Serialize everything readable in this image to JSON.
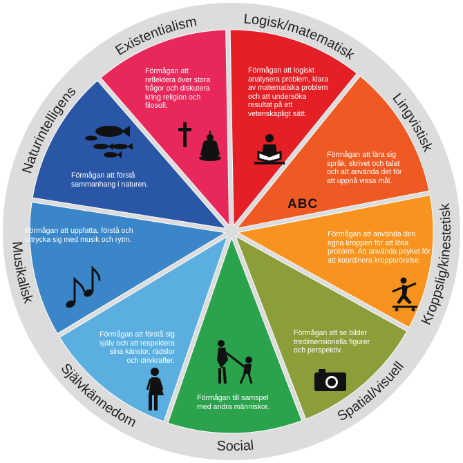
{
  "segments": [
    {
      "id": "logisk",
      "label": "Logisk/matematisk",
      "color": "#e41f26",
      "description": "Förmågan att logiskt\nanalysera problem, klara\nav matematiska problem\noch att undersöka\nresultat på ett\nvetenskapligt sätt.",
      "icon": "reading-person-icon"
    },
    {
      "id": "lingvistisk",
      "label": "Lingvistisk",
      "color": "#ef5a24",
      "description": "Förmågan att lära sig\nspråk, skrivet och talat\noch att använda det för\natt uppnå vissa mål.",
      "icon": "abc-text",
      "icon_text": "ABC"
    },
    {
      "id": "kroppslig",
      "label": "Kroppslig/kinestetisk",
      "color": "#f7931e",
      "description": "Förmågan att använda den\negna kroppen för att lösa\nproblem. Att använda psyket för\natt koordinera kroppsrörelse.",
      "icon": "skateboarder-icon"
    },
    {
      "id": "spatial",
      "label": "Spatial/visuell",
      "color": "#8c9e3a",
      "description": "Förmågan att se bilder\ntredimensionella figurer\noch perspektiv.",
      "icon": "camera-icon"
    },
    {
      "id": "social",
      "label": "Social",
      "color": "#2ba24c",
      "description": "Förmågan till samspel\nmed andra människor.",
      "icon": "people-dancing-icon"
    },
    {
      "id": "sjalvkannedom",
      "label": "Självkännedom",
      "color": "#5aaee0",
      "description": "Förmågan att förstå sig\nsjälv och att respektera\nsina känslor, rädslor\noch drivkrafter.",
      "icon": "woman-icon"
    },
    {
      "id": "musikalisk",
      "label": "Musikalisk",
      "color": "#3a86c8",
      "description": "Förmågan att uppfatta, förstå och\nuttrycka sig med musik och rytm.",
      "icon": "music-notes-icon"
    },
    {
      "id": "naturintelligens",
      "label": "Naturintelligens",
      "color": "#2a56a6",
      "description": "Förmågan att förstå\nsammanhang i naturen.",
      "icon": "fish-icon"
    },
    {
      "id": "existentialism",
      "label": "Existentialism",
      "color": "#e8285a",
      "description": "Förmågan att\nreflektera över stora\nfrågor och diskutera\nkring religion och\nfilosofi.",
      "icon": "cross-and-buddha-icon"
    }
  ]
}
